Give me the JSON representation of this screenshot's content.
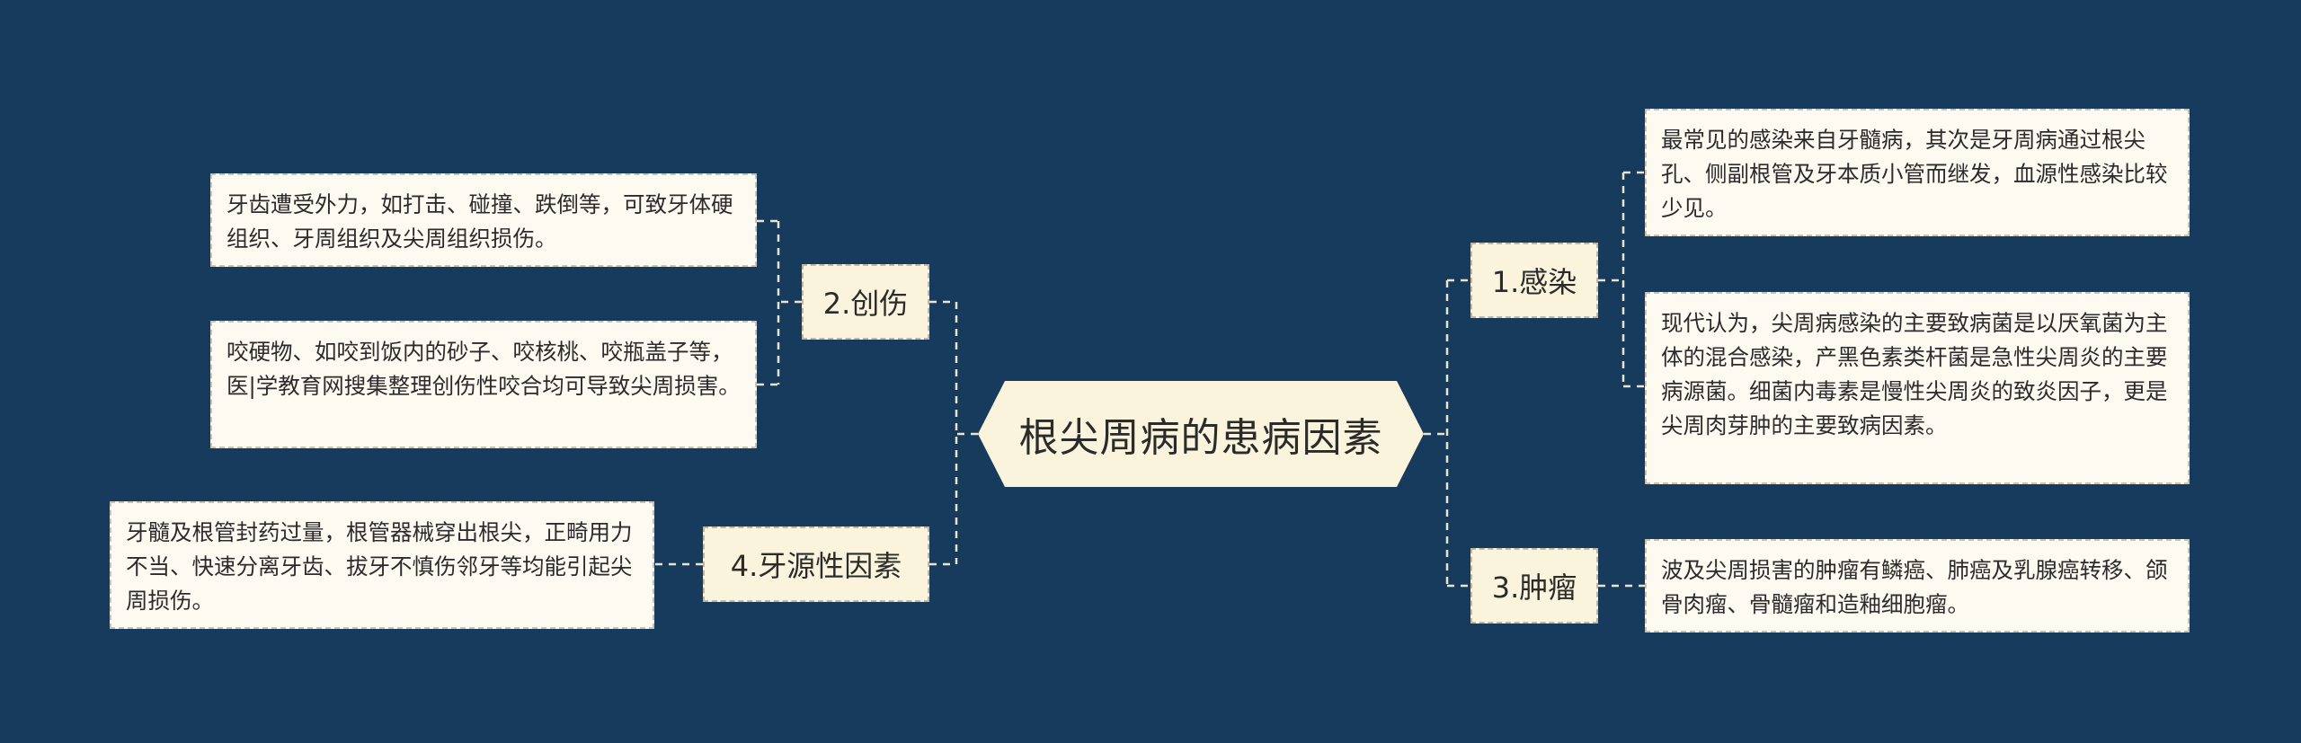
{
  "root": {
    "title": "根尖周病的患病因素"
  },
  "branches": {
    "infection": {
      "label": "1.感染",
      "leaves": [
        "最常见的感染来自牙髓病，其次是牙周病通过根尖孔、侧副根管及牙本质小管而继发，血源性感染比较少见。",
        "现代认为，尖周病感染的主要致病菌是以厌氧菌为主体的混合感染，产黑色素类杆菌是急性尖周炎的主要病源菌。细菌内毒素是慢性尖周炎的致炎因子，更是尖周肉芽肿的主要致病因素。"
      ]
    },
    "trauma": {
      "label": "2.创伤",
      "leaves": [
        "牙齿遭受外力，如打击、碰撞、跌倒等，可致牙体硬组织、牙周组织及尖周组织损伤。",
        "咬硬物、如咬到饭内的砂子、咬核桃、咬瓶盖子等，医|学教育网搜集整理创伤性咬合均可导致尖周损害。"
      ]
    },
    "tumor": {
      "label": "3.肿瘤",
      "leaves": [
        "波及尖周损害的肿瘤有鳞癌、肺癌及乳腺癌转移、颌骨肉瘤、骨髓瘤和造釉细胞瘤。"
      ]
    },
    "iatrogenic": {
      "label": "4.牙源性因素",
      "leaves": [
        "牙髓及根管封药过量，根管器械穿出根尖，正畸用力不当、快速分离牙齿、拔牙不慎伤邻牙等均能引起尖周损伤。"
      ]
    }
  },
  "colors": {
    "background": "#173b5c",
    "node_fill": "#fbf4dc",
    "leaf_fill": "#fdfbf1",
    "connector": "#e9e3cf"
  }
}
